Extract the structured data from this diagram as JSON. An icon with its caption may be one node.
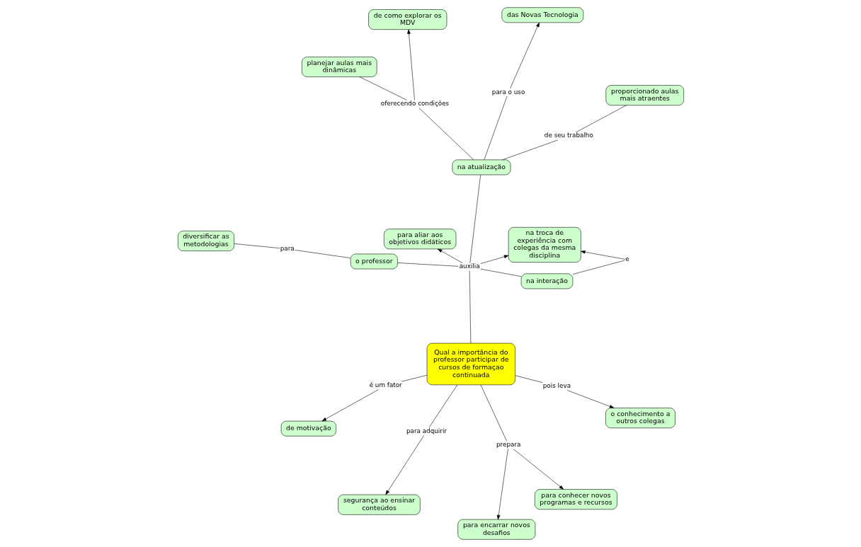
{
  "diagram": {
    "nodes": [
      {
        "text": [
          "Qual a importância do professor participar de cursos de formaçao continuada"
        ]
      },
      {
        "text": [
          "prepara"
        ]
      },
      {
        "text": [
          "para encarrar novos desafios"
        ]
      },
      {
        "text": [
          "para conhecer novos programas e recursos"
        ]
      },
      {
        "text": [
          "para adquirir"
        ]
      },
      {
        "text": [
          "segurança ao ensinar conteúdos"
        ]
      },
      {
        "text": [
          "é um fator"
        ]
      },
      {
        "text": [
          "de motivação"
        ]
      },
      {
        "text": [
          "pois leva"
        ]
      },
      {
        "text": [
          "o conhecimento a outros colegas"
        ]
      },
      {
        "text": [
          "auxilia"
        ]
      },
      {
        "text": [
          "para aliar aos objetivos didáticos"
        ]
      },
      {
        "text": [
          "na troca de experiência com colegas da mesma disciplina"
        ]
      },
      {
        "text": [
          "na atualização"
        ]
      },
      {
        "text": [
          "o professor"
        ]
      },
      {
        "text": [
          "na interação"
        ]
      },
      {
        "text": [
          "e"
        ]
      },
      {
        "text": [
          "para"
        ]
      },
      {
        "text": [
          "diversificar as metodologias"
        ]
      },
      {
        "text": [
          "para o uso"
        ]
      },
      {
        "text": [
          "das Novas Tecnologia"
        ]
      },
      {
        "text": [
          "de seu trabalho"
        ]
      },
      {
        "text": [
          "proporcionado aulas mais atraentes"
        ]
      },
      {
        "text": [
          "oferecendo condições"
        ]
      },
      {
        "text": [
          "de como explorar os MDV"
        ]
      },
      {
        "text": [
          "planejar aulas mais dinâmicas"
        ]
      }
    ],
    "edges": [
      {
        "from": 0,
        "to": 1,
        "arrow": "none"
      },
      {
        "from": 1,
        "to": 2,
        "arrow": "to"
      },
      {
        "from": 1,
        "to": 3,
        "arrow": "to"
      },
      {
        "from": 0,
        "to": 4,
        "arrow": "none"
      },
      {
        "from": 4,
        "to": 5,
        "arrow": "to"
      },
      {
        "from": 0,
        "to": 6,
        "arrow": "none"
      },
      {
        "from": 6,
        "to": 7,
        "arrow": "to"
      },
      {
        "from": 0,
        "to": 8,
        "arrow": "none"
      },
      {
        "from": 8,
        "to": 9,
        "arrow": "to"
      },
      {
        "from": 0,
        "to": 10,
        "arrow": "none"
      },
      {
        "from": 10,
        "to": 11,
        "arrow": "to"
      },
      {
        "from": 10,
        "to": 12,
        "arrow": "to"
      },
      {
        "from": 10,
        "to": 13,
        "arrow": "none"
      },
      {
        "from": 10,
        "to": 14,
        "arrow": "none"
      },
      {
        "from": 15,
        "to": 10,
        "arrow": "none"
      },
      {
        "from": 15,
        "to": 16,
        "arrow": "none"
      },
      {
        "from": 16,
        "to": 12,
        "arrow": "to"
      },
      {
        "from": 14,
        "to": 17,
        "arrow": "none"
      },
      {
        "from": 17,
        "to": 18,
        "arrow": "none"
      },
      {
        "from": 13,
        "to": 19,
        "arrow": "none"
      },
      {
        "from": 19,
        "to": 20,
        "arrow": "to"
      },
      {
        "from": 13,
        "to": 21,
        "arrow": "none"
      },
      {
        "from": 21,
        "to": 22,
        "arrow": "none"
      },
      {
        "from": 13,
        "to": 23,
        "arrow": "none"
      },
      {
        "from": 23,
        "to": 24,
        "arrow": "to"
      },
      {
        "from": 23,
        "to": 25,
        "arrow": "none"
      }
    ]
  }
}
